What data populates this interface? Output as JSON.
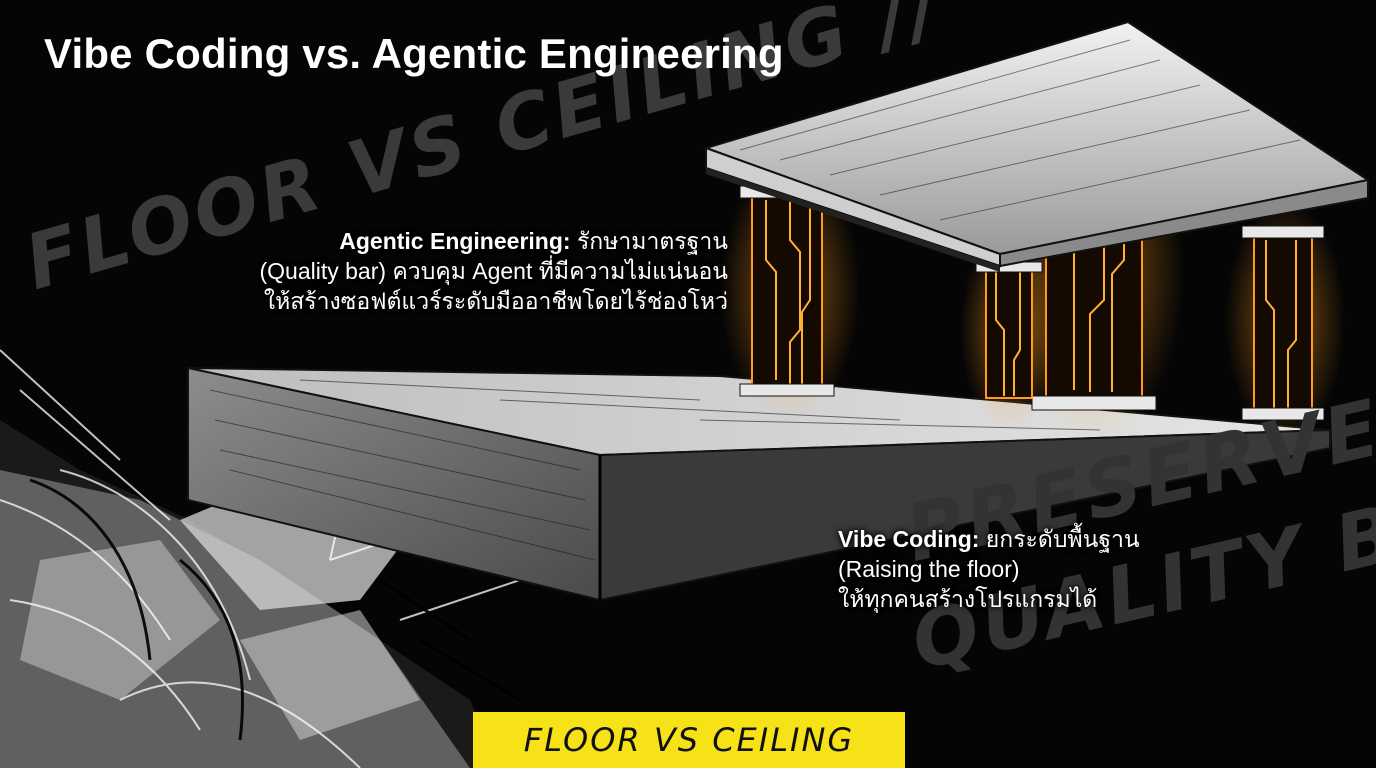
{
  "title": "Vibe Coding vs. Agentic Engineering",
  "background_words": {
    "floor": "FLOOR VS CEILING //",
    "preserve": "PRESERVE THE",
    "quality": "QUALITY BAR"
  },
  "agentic_caption": {
    "label": "Agentic Engineering:",
    "line1": "รักษามาตรฐาน",
    "line2": "(Quality bar) ควบคุม Agent ที่มีความไม่แน่นอน",
    "line3": "ให้สร้างซอฟต์แวร์ระดับมืออาชีพโดยไร้ช่องโหว่"
  },
  "vibe_caption": {
    "label": "Vibe Coding:",
    "line1": "ยกระดับพื้นฐาน",
    "line2": "(Raising the floor)",
    "line3": "ให้ทุกคนสร้างโปรแกรมได้"
  },
  "banner": "FLOOR VS CEILING",
  "colors": {
    "background": "#050505",
    "glow": "#ff9a1a",
    "banner": "#f6e216",
    "text": "#ffffff"
  }
}
